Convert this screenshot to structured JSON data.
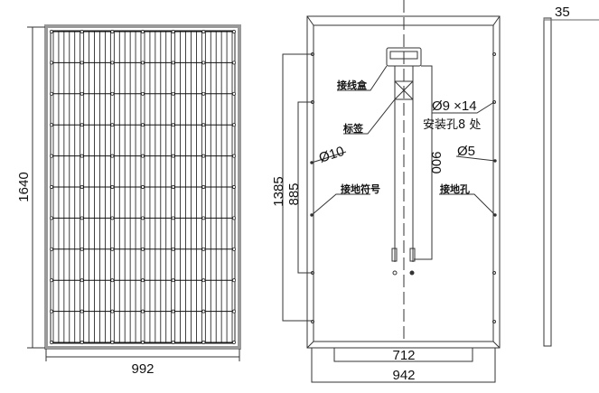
{
  "front_view": {
    "cell_columns": 6,
    "cell_rows": 10,
    "height_dim": "1640",
    "width_dim": "992"
  },
  "back_view": {
    "dim_1385": "1385",
    "dim_885": "885",
    "dim_900": "900",
    "dim_712": "712",
    "dim_942": "942",
    "junction_box_label": "接线盒",
    "label_label": "标签",
    "hole_d10": "Ø10",
    "mount_hole_size": "Ø9 ×14",
    "mount_hole_label": "安装孔8 处",
    "hole_d5": "Ø5",
    "ground_symbol_label": "接地符号",
    "ground_hole_label": "接地孔"
  },
  "side_view": {
    "thickness_dim": "35"
  }
}
